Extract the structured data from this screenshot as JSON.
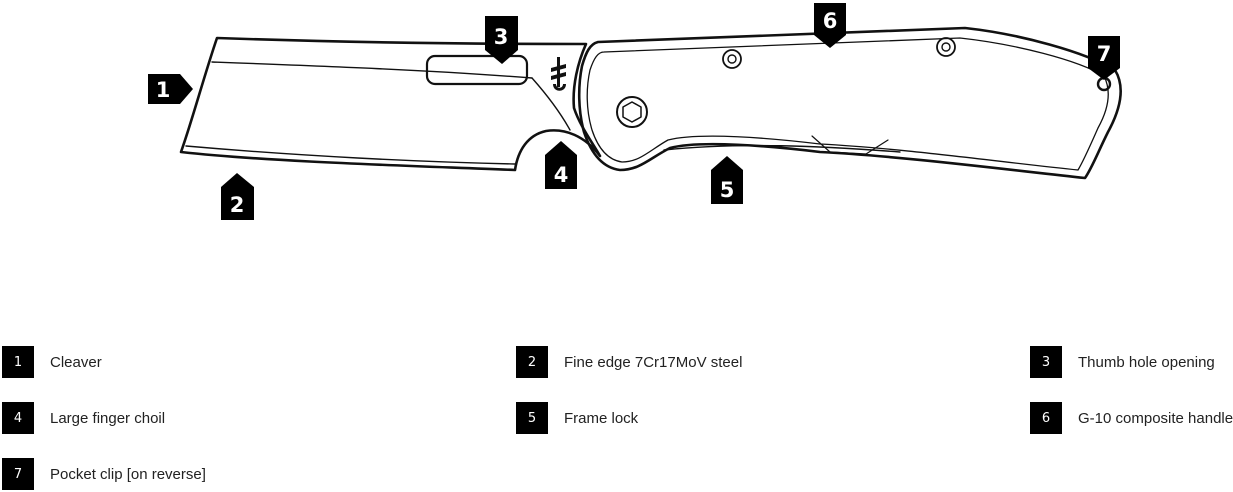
{
  "callouts": [
    "1",
    "2",
    "3",
    "4",
    "5",
    "6",
    "7"
  ],
  "legend": [
    {
      "number": "1",
      "label": "Cleaver"
    },
    {
      "number": "2",
      "label": "Fine edge 7Cr17MoV steel"
    },
    {
      "number": "3",
      "label": "Thumb hole opening"
    },
    {
      "number": "4",
      "label": "Large finger choil"
    },
    {
      "number": "5",
      "label": "Frame lock"
    },
    {
      "number": "6",
      "label": "G-10 composite handle"
    },
    {
      "number": "7",
      "label": "Pocket clip [on reverse]"
    }
  ],
  "colors": {
    "ink": "#000000",
    "label_text": "#222222",
    "background": "#ffffff"
  }
}
